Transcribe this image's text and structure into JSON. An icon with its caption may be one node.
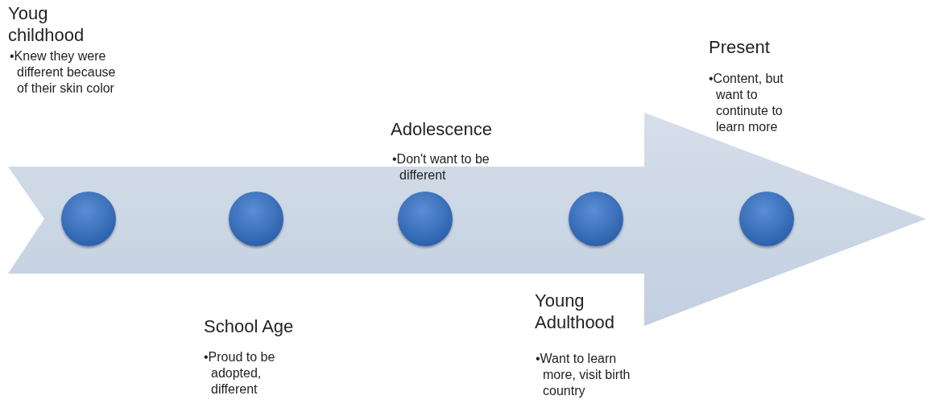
{
  "diagram": {
    "nodes": [
      {
        "text": [],
        "shape": "circle",
        "beside": [
          "Youg childhood",
          "•Knew they were different because of their skin color"
        ]
      },
      {
        "text": [],
        "shape": "circle",
        "beside": [
          "School Age",
          "•Proud to be adopted, different"
        ]
      },
      {
        "text": [],
        "shape": "circle",
        "beside": [
          "Adolescence",
          "•Don't want to be different"
        ]
      },
      {
        "text": [],
        "shape": "circle",
        "beside": [
          "Young Adulthood",
          "•Want to learn more, visit birth country"
        ]
      },
      {
        "text": [],
        "shape": "circle",
        "beside": [
          "Present",
          "•Content, but want to continute to learn more"
        ]
      }
    ]
  }
}
